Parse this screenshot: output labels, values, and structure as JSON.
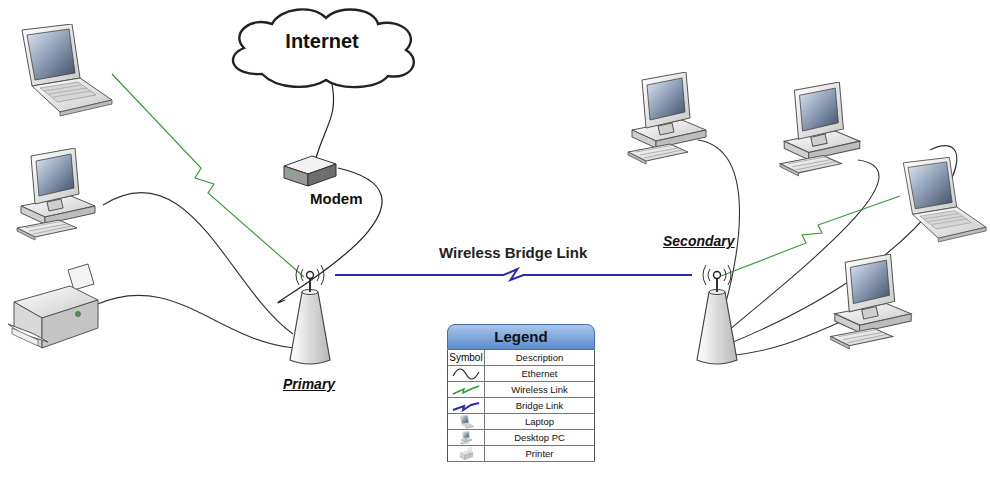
{
  "diagram": {
    "nodes": [
      {
        "text": [
          "Internet"
        ]
      },
      {
        "text": [
          "Modem"
        ]
      },
      {
        "text": [
          "Primary"
        ]
      },
      {
        "text": [
          "Secondary"
        ]
      }
    ],
    "edges": [
      {
        "from": 0,
        "to": 1,
        "arrow": "none"
      },
      {
        "from": 1,
        "to": 2,
        "arrow": "none"
      },
      {
        "from": 2,
        "to": 3,
        "label": "Wireless Bridge Link",
        "arrow": "none"
      }
    ],
    "labels": [
      "Legend",
      "Symbol",
      "Description"
    ],
    "legend": [
      {
        "text": "Ethernet"
      },
      {
        "text": "Wireless Link"
      },
      {
        "text": "Bridge Link"
      },
      {
        "text": "Laptop"
      },
      {
        "text": "Desktop PC"
      },
      {
        "text": "Printer"
      }
    ]
  }
}
